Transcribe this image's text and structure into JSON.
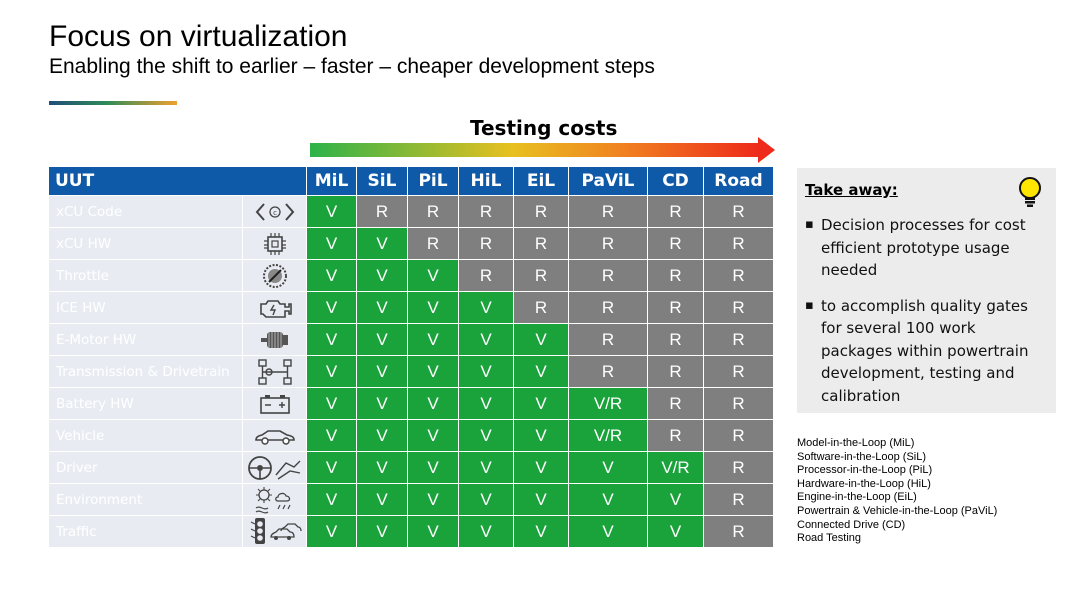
{
  "header": {
    "title": "Focus on virtualization",
    "subtitle": "Enabling the shift to earlier – faster – cheaper development steps"
  },
  "costs_label": "Testing costs",
  "table": {
    "uut_header": "UUT",
    "columns": [
      "MiL",
      "SiL",
      "PiL",
      "HiL",
      "EiL",
      "PaViL",
      "CD",
      "Road"
    ],
    "rows": [
      {
        "name": "xCU Code",
        "icon": "code-icon",
        "values": [
          "V",
          "R",
          "R",
          "R",
          "R",
          "R",
          "R",
          "R"
        ]
      },
      {
        "name": "xCU HW",
        "icon": "chip-icon",
        "values": [
          "V",
          "V",
          "R",
          "R",
          "R",
          "R",
          "R",
          "R"
        ]
      },
      {
        "name": "Throttle",
        "icon": "throttle-icon",
        "values": [
          "V",
          "V",
          "V",
          "R",
          "R",
          "R",
          "R",
          "R"
        ]
      },
      {
        "name": "ICE HW",
        "icon": "engine-icon",
        "values": [
          "V",
          "V",
          "V",
          "V",
          "R",
          "R",
          "R",
          "R"
        ]
      },
      {
        "name": "E-Motor HW",
        "icon": "motor-icon",
        "values": [
          "V",
          "V",
          "V",
          "V",
          "V",
          "R",
          "R",
          "R"
        ]
      },
      {
        "name": "Transmission & Drivetrain",
        "icon": "drivetrain-icon",
        "values": [
          "V",
          "V",
          "V",
          "V",
          "V",
          "R",
          "R",
          "R"
        ]
      },
      {
        "name": "Battery HW",
        "icon": "battery-icon",
        "values": [
          "V",
          "V",
          "V",
          "V",
          "V",
          "V/R",
          "R",
          "R"
        ]
      },
      {
        "name": "Vehicle",
        "icon": "car-icon",
        "values": [
          "V",
          "V",
          "V",
          "V",
          "V",
          "V/R",
          "R",
          "R"
        ]
      },
      {
        "name": "Driver",
        "icon": "steering-wheel-icon",
        "values": [
          "V",
          "V",
          "V",
          "V",
          "V",
          "V",
          "V/R",
          "R"
        ]
      },
      {
        "name": "Environment",
        "icon": "weather-icon",
        "values": [
          "V",
          "V",
          "V",
          "V",
          "V",
          "V",
          "V",
          "R"
        ]
      },
      {
        "name": "Traffic",
        "icon": "traffic-light-icon",
        "values": [
          "V",
          "V",
          "V",
          "V",
          "V",
          "V",
          "V",
          "R"
        ]
      }
    ]
  },
  "colors": {
    "verify": "#1aa33b",
    "real": "#7f7f7f",
    "header": "#0f5aa8"
  },
  "takeaway": {
    "title": "Take away:",
    "icon": "lightbulb-icon",
    "bullets": [
      "Decision processes for cost efficient prototype usage needed",
      "to accomplish quality gates for several 100 work packages within powertrain development, testing and calibration"
    ]
  },
  "legend": [
    "Model-in-the-Loop (MiL)",
    "Software-in-the-Loop (SiL)",
    "Processor-in-the-Loop (PiL)",
    "Hardware-in-the-Loop (HiL)",
    "Engine-in-the-Loop (EiL)",
    "Powertrain & Vehicle-in-the-Loop (PaViL)",
    "Connected Drive (CD)",
    "Road Testing"
  ]
}
